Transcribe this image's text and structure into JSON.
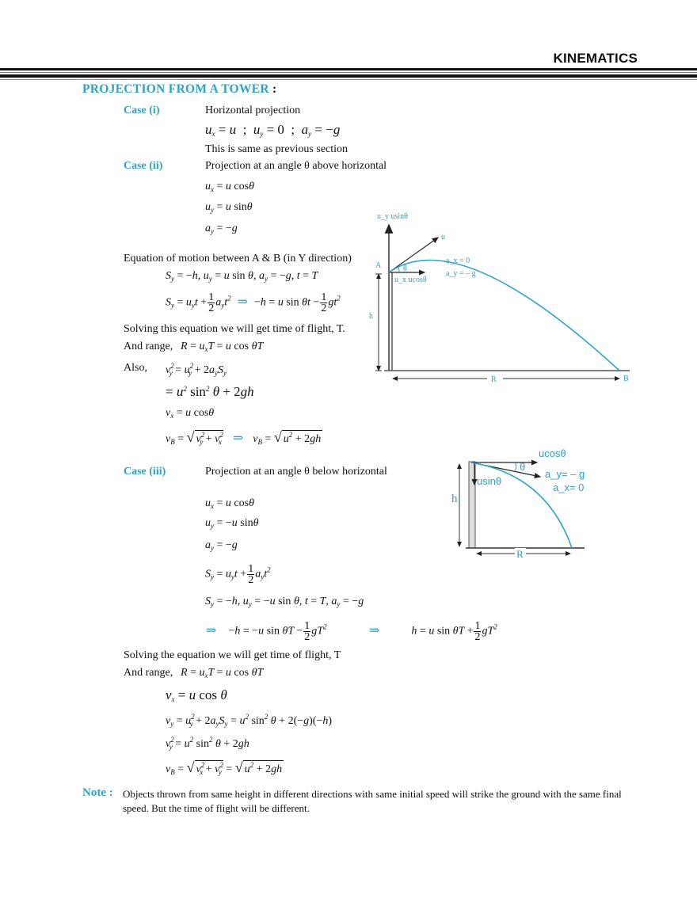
{
  "header": {
    "chapter_title": "KINEMATICS"
  },
  "section": {
    "title": "PROJECTION FROM A TOWER",
    "colon": ":"
  },
  "case_i": {
    "label": "Case (i)",
    "description": "Horizontal projection",
    "equation": "u_x = u ; u_y = 0 ; a_y = −g",
    "note": "This is same as previous section"
  },
  "case_ii": {
    "label": "Case (ii)",
    "description": "Projection at an angle θ above horizontal",
    "eq_ux": "u_x = u cosθ",
    "eq_uy": "u_y = u sinθ",
    "eq_ay": "a_y = −g",
    "motion_heading": "Equation of motion between A & B (in Y direction)",
    "eq_conditions": "S_y = −h, u_y = u sinθ, a_y = −g, t = T",
    "eq_motion": "S_y = u_y t + ½ a_y t² ⇒ −h = u sinθ t − ½ g t²",
    "solving_text": "Solving this equation we will get time of flight, T.",
    "range_label": "And range,",
    "eq_range": "R = u_x T = u cosθ T",
    "also_label": "Also,",
    "eq_vy2": "v_y² = u_y² + 2 a_y S_y",
    "eq_vy2_b": "= u² sin²θ + 2gh",
    "eq_vx": "v_x = u cosθ",
    "eq_vb": "v_B = √(v_y² + v_x²) ⇒ v_B = √(u² + 2gh)",
    "diagram": {
      "label_uy": "u_y usinθ",
      "label_u": "u",
      "label_A": "A",
      "label_theta": "θ",
      "label_ux": "u_x ucosθ",
      "label_ax": "a_x = 0",
      "label_ay": "a_y = – g",
      "label_h": "h",
      "label_R": "R",
      "label_B": "B"
    }
  },
  "case_iii": {
    "label": "Case (iii)",
    "description": "Projection at an angle θ below horizontal",
    "eq_ux": "u_x = u cosθ",
    "eq_uy": "u_y = −u sinθ",
    "eq_ay": "a_y = −g",
    "eq_sy": "S_y = u_y t + ½ a_y t²",
    "eq_conditions": "S_y = −h, u_y = −u sinθ, t = T, a_y = −g",
    "eq_result1": "⇒ −h = −u sinθ T − ½ g T²",
    "eq_result2": "⇒ h = u sinθ T + ½ g T²",
    "solving_text": "Solving the equation we will get time of flight, T",
    "range_label": "And range,",
    "eq_range": "R = u_x T = u cosθ T",
    "eq_vx": "v_x = u cosθ",
    "eq_vy": "v_y = u_y² + 2 a_y S_y = u² sin²θ + 2(−g)(−h)",
    "eq_vy2": "v_y² = u² sin²θ + 2gh",
    "eq_vb": "v_B = √(v_x² + v_y²) = √(u² + 2gh)",
    "diagram": {
      "label_ucos": "ucosθ",
      "label_theta": "θ",
      "label_usin": "usinθ",
      "label_ay": "a_y= – g",
      "label_ax": "a_x= 0",
      "label_h": "h",
      "label_R": "R"
    }
  },
  "note": {
    "label": "Note :",
    "text": "Objects thrown from same height in different directions with same initial speed will strike the ground with the same final speed. But the time of flight will be different."
  },
  "colors": {
    "accent": "#2aa3c8",
    "text": "#111111"
  }
}
